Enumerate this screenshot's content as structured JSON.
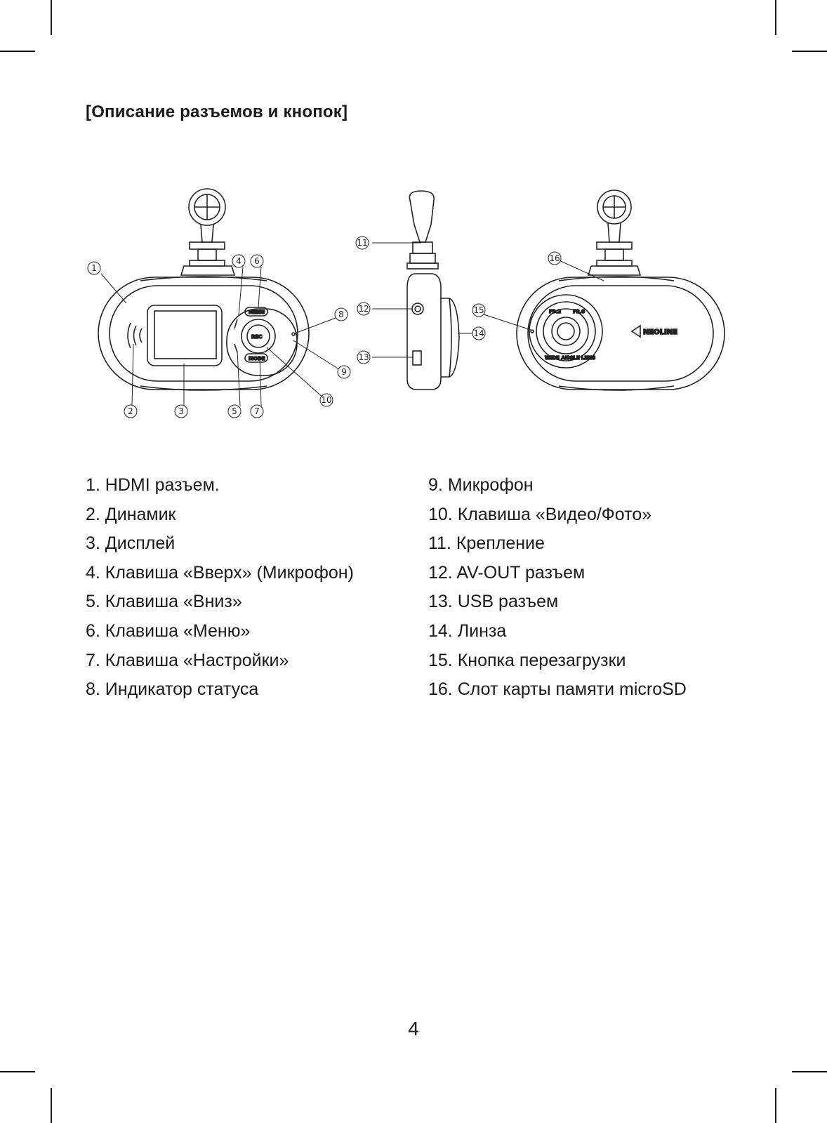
{
  "title": "[Описание разъемов и кнопок]",
  "diagram": {
    "callouts": [
      "1",
      "2",
      "3",
      "4",
      "5",
      "6",
      "7",
      "8",
      "9",
      "10",
      "11",
      "12",
      "13",
      "14",
      "15",
      "16"
    ],
    "button_labels": {
      "menu": "MENU",
      "rec": "REC",
      "mode": "MODE"
    },
    "brand_logo": "NEOLINE",
    "lens_text": {
      "top_left": "F3.2",
      "top_right": "F2.0",
      "bottom": "WIDE ANGLE LENS"
    }
  },
  "items_left": [
    "1. HDMI разъем.",
    "2. Динамик",
    "3. Дисплей",
    "4. Клавиша «Вверх» (Микрофон)",
    "5. Клавиша «Вниз»",
    "6. Клавиша «Меню»",
    "7. Клавиша «Настройки»",
    "8. Индикатор статуса"
  ],
  "items_right": [
    "9. Микрофон",
    "10. Клавиша «Видео/Фото»",
    "11. Крепление",
    "12. AV-OUT разъем",
    "13. USB разъем",
    "14. Линза",
    "15. Кнопка перезагрузки",
    "16. Слот карты памяти microSD"
  ],
  "page_number": "4"
}
